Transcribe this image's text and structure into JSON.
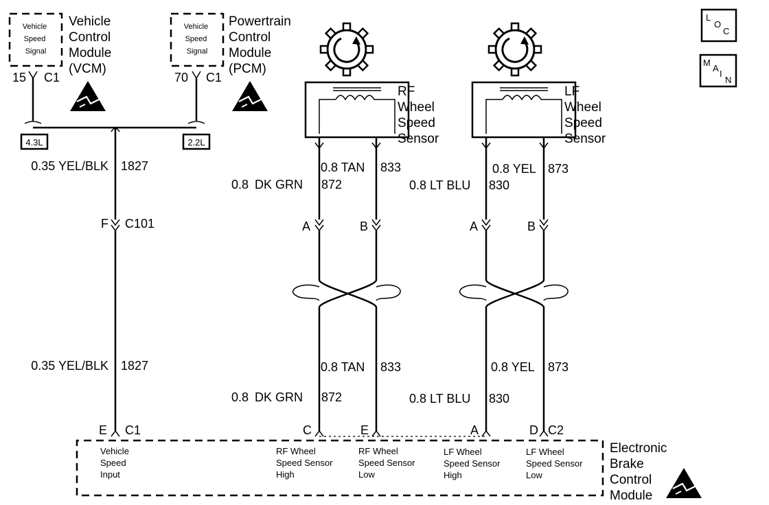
{
  "vcm": {
    "signal": [
      "Vehicle",
      "Speed",
      "Signal"
    ],
    "name": [
      "Vehicle",
      "Control",
      "Module",
      "(VCM)"
    ],
    "pin": "15",
    "connector": "C1"
  },
  "pcm": {
    "signal": [
      "Vehicle",
      "Speed",
      "Signal"
    ],
    "name": [
      "Powertrain",
      "Control",
      "Module",
      "(PCM)"
    ],
    "pin": "70",
    "connector": "C1"
  },
  "engine_options": {
    "left": "4.3L",
    "right": "2.2L"
  },
  "speed_wire": {
    "gauge_color": "0.35 YEL/BLK",
    "circuit": "1827",
    "inline_pin": "F",
    "inline_connector": "C101"
  },
  "rf_sensor": {
    "name": [
      "RF",
      "Wheel",
      "Speed",
      "Sensor"
    ],
    "wire_a": {
      "gauge": "0.8",
      "color": "DK GRN",
      "circuit": "872",
      "pin": "A"
    },
    "wire_b": {
      "gauge": "0.8",
      "color": "TAN",
      "circuit": "833",
      "pin": "B"
    }
  },
  "lf_sensor": {
    "name": [
      "LF",
      "Wheel",
      "Speed",
      "Sensor"
    ],
    "wire_a": {
      "gauge": "0.8",
      "color": "LT BLU",
      "circuit": "830",
      "pin": "A"
    },
    "wire_b": {
      "gauge": "0.8",
      "color": "YEL",
      "circuit": "873",
      "pin": "B"
    }
  },
  "ebcm": {
    "name": [
      "Electronic",
      "Brake",
      "Control",
      "Module"
    ],
    "connector_left": "C1",
    "connector_right": "C2",
    "pins": {
      "vehicle_speed": "E",
      "rf_high": "C",
      "rf_low": "E",
      "lf_high": "A",
      "lf_low": "D"
    },
    "inputs": {
      "vehicle_speed": [
        "Vehicle",
        "Speed",
        "Input"
      ],
      "rf_high": [
        "RF Wheel",
        "Speed Sensor",
        "High"
      ],
      "rf_low": [
        "RF Wheel",
        "Speed Sensor",
        "Low"
      ],
      "lf_high": [
        "LF Wheel",
        "Speed Sensor",
        "High"
      ],
      "lf_low": [
        "LF Wheel",
        "Speed Sensor",
        "Low"
      ]
    }
  },
  "nav": {
    "loc": [
      "L",
      "O",
      "C"
    ],
    "main": [
      "M",
      "A",
      "I",
      "N"
    ]
  },
  "icons": [
    "esd-sensitive-icon",
    "wheel-tone-ring-icon",
    "loc-button-icon",
    "main-button-icon"
  ]
}
